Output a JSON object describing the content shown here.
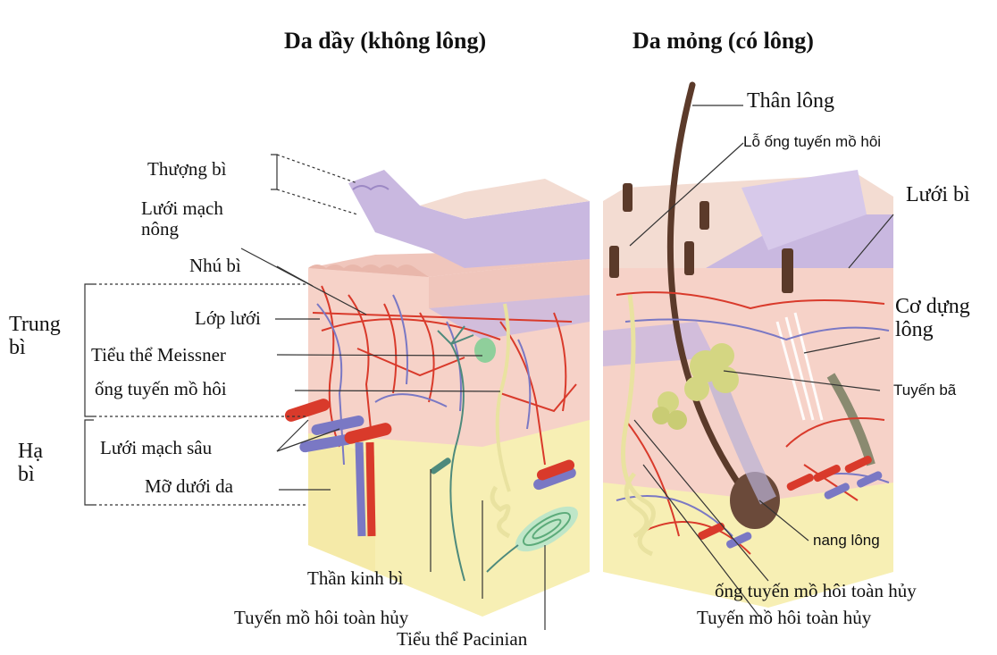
{
  "titles": {
    "thick": "Da dầy (không lông)",
    "thin": "Da mỏng (có lông)"
  },
  "left_labels": {
    "epidermis": "Thượng bì",
    "superficial_plexus": "Lưới mạch\nnông",
    "papillary": "Nhú bì",
    "dermis": "Trung\nbì",
    "reticular": "Lớp lưới",
    "meissner": "Tiểu thể Meissner",
    "sweat_duct": "ống tuyến mồ hôi",
    "hypodermis": "Hạ\nbì",
    "deep_plexus": "Lưới mạch sâu",
    "subcutaneous_fat": "Mỡ dưới da"
  },
  "bottom_labels": {
    "dermal_nerve": "Thần kinh bì",
    "eccrine_gland": "Tuyến mồ hôi toàn hủy",
    "pacinian": "Tiểu thể Pacinian"
  },
  "right_labels": {
    "hair_shaft": "Thân lông",
    "sweat_pore": "Lỗ ống tuyến mồ hôi",
    "dermal_ridges": "Lưới bì",
    "arrector_pili": "Cơ dựng\nlông",
    "sebaceous_gland": "Tuyến bã",
    "hair_follicle": "nang lông",
    "eccrine_duct": "ống tuyến mồ hôi toàn hủy",
    "eccrine_gland": "Tuyến mồ hôi toàn hủy"
  },
  "colors": {
    "dermis": "#f6d2c8",
    "epidermis": "#c9b8e0",
    "fat": "#f7efb4",
    "artery": "#d93a2b",
    "vein": "#7a78c4",
    "nerve": "#4e8a7c",
    "hair": "#5b3a2a"
  }
}
